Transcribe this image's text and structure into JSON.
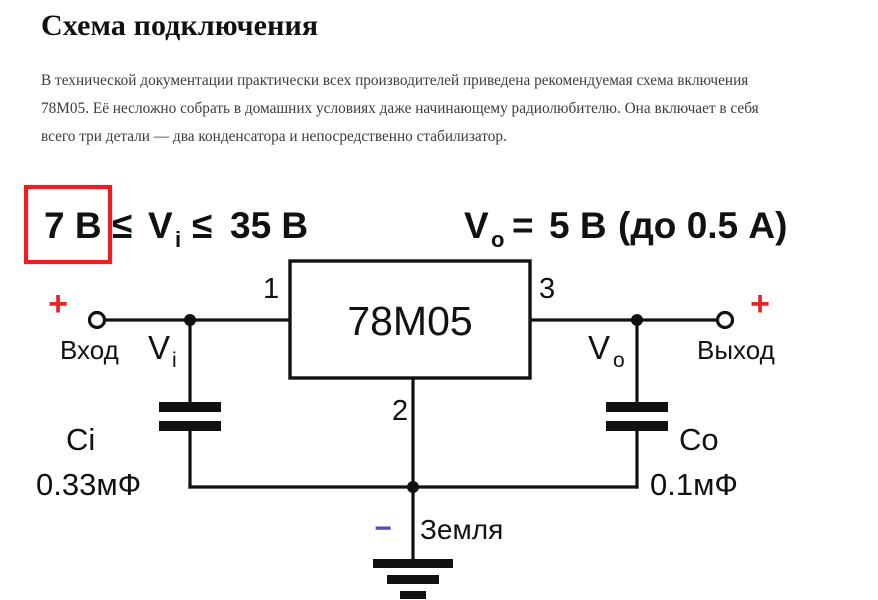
{
  "article": {
    "title": "Схема подключения",
    "paragraph": "В технической документации практически всех производителей приведена рекомендуемая схема включения 78M05. Её несложно собрать в домашних условиях даже начинающему радиолюбителю. Она включает в себя всего три детали — два конденсатора и непосредственно стабилизатор."
  },
  "schematic": {
    "input_spec": {
      "min_value": "7 В",
      "rel_left": "≤",
      "symbol": "V",
      "symbol_sub": "i",
      "rel_right": "≤",
      "max_value": "35 В"
    },
    "output_spec": {
      "symbol": "V",
      "symbol_sub": "o",
      "equals": "=",
      "value": "5 В",
      "current_note": "(до 0.5 А)"
    },
    "ic": {
      "label": "78M05",
      "pin_in": "1",
      "pin_gnd": "2",
      "pin_out": "3"
    },
    "terminals": {
      "input_sign": "+",
      "input_label": "Вход",
      "input_voltage": "V",
      "input_voltage_sub": "i",
      "output_sign": "+",
      "output_label": "Выход",
      "output_voltage": "V",
      "output_voltage_sub": "o",
      "ground_sign": "−",
      "ground_label": "Земля"
    },
    "capacitors": [
      {
        "name": "Ci",
        "value": "0.33мФ"
      },
      {
        "name": "Co",
        "value": "0.1мФ"
      }
    ],
    "colors": {
      "plus_red": "#e8232a",
      "minus_blue": "#4d4fbf",
      "highlight_red": "#ee1c23",
      "wire_black": "#111111"
    },
    "highlight": {
      "target": "7 В"
    }
  }
}
